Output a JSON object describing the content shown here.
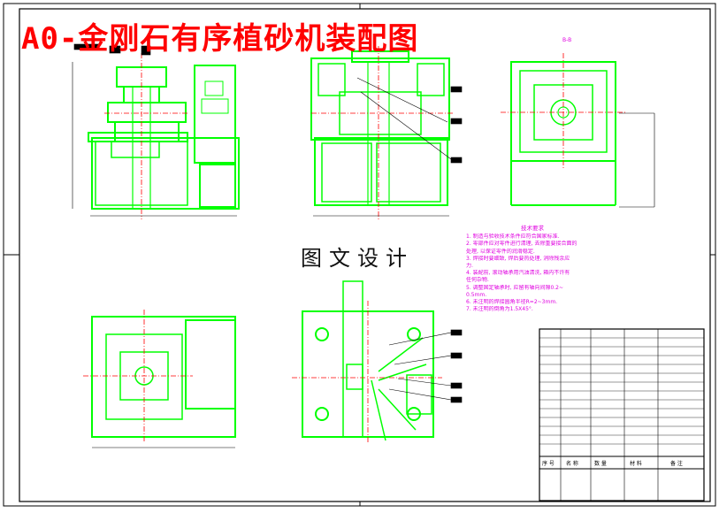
{
  "title": "A0-金刚石有序植砂机装配图",
  "watermark": "图文设计",
  "section_label": "B-B",
  "tech_requirements": {
    "heading": "技术要求",
    "items": [
      "1. 制造与验收技术条件应符合国家标准.",
      "2. 零部件应对零件进行清理, 去除重要接合面的",
      "   处理, 以保证零件的润滑稳定.",
      "3. 焊接时要细致, 焊后要热处理, 消除残余应",
      "   力.",
      "4. 装配前, 滚动轴承用汽油清洗, 箱内不许有",
      "   任何杂物.",
      "5. 调整固定轴承时, 应留有轴向间隙0.2~",
      "   0.5mm.",
      "6. 未注明的焊接圆角半径R=2~3mm.",
      "7. 未注明的倒角为1.5X45°."
    ]
  },
  "parts_table_headers": {
    "seq": "序 号",
    "name": "名 称",
    "qty": "数 量",
    "material": "材 料",
    "remark": "备 注"
  },
  "colors": {
    "outline": "#00ff00",
    "center_line": "#ff0000",
    "dimension": "#000000",
    "annotation": "#e000e0",
    "title": "#ff0000"
  }
}
